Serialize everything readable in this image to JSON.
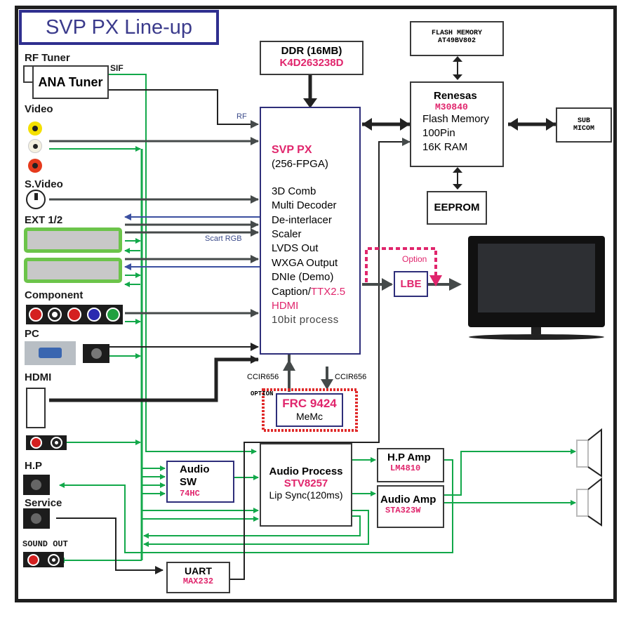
{
  "title": "SVP PX Line-up",
  "inputs": {
    "rf_tuner": "RF Tuner",
    "ana_tuner": "ANA Tuner",
    "sif": "SIF",
    "rf": "RF",
    "video": "Video",
    "s_video": "S.Video",
    "ext": "EXT 1/2",
    "scart_rgb": "Scart RGB",
    "component": "Component",
    "pc": "PC",
    "hdmi": "HDMI",
    "hp": "H.P",
    "service": "Service",
    "sound_out": "SOUND OUT"
  },
  "ddr": {
    "title": "DDR (16MB)",
    "part": "K4D263238D"
  },
  "flash": {
    "title": "FLASH MEMORY",
    "part": "AT49BV802"
  },
  "renesas": {
    "title": "Renesas",
    "part": "M30840",
    "lines": [
      "Flash Memory",
      "100Pin",
      "16K RAM"
    ]
  },
  "sub_micom": {
    "line1": "SUB",
    "line2": "MICOM"
  },
  "eeprom": "EEPROM",
  "svp": {
    "title": "SVP PX",
    "subtitle": "(256-FPGA)",
    "features": [
      "3D Comb",
      "Multi Decoder",
      "De-interlacer",
      "Scaler",
      "LVDS Out",
      "WXGA Output",
      "DNIe (Demo)"
    ],
    "caption_prefix": "Caption/",
    "caption_suffix": "TTX2.5",
    "hdmi": "HDMI",
    "process": "10bit process"
  },
  "ccir_left": "CCIR656",
  "ccir_right": "CCIR656",
  "option_label": "OPTION",
  "frc": {
    "title": "FRC 9424",
    "sub": "MeMc"
  },
  "lbe": {
    "label": "LBE",
    "option": "Option"
  },
  "audio_sw": {
    "line1": "Audio",
    "line2": "SW",
    "part": "74HC"
  },
  "audio_process": {
    "title": "Audio Process",
    "part": "STV8257",
    "sub": "Lip Sync(120ms)"
  },
  "hp_amp": {
    "title": "H.P Amp",
    "part": "LM4810"
  },
  "audio_amp": {
    "title": "Audio Amp",
    "part": "STA323W"
  },
  "uart": {
    "title": "UART",
    "part": "MAX232"
  },
  "colors": {
    "green": "#12a84a",
    "pink": "#e0256c",
    "navy": "#2e2e7a",
    "arrow": "#454a4a"
  }
}
